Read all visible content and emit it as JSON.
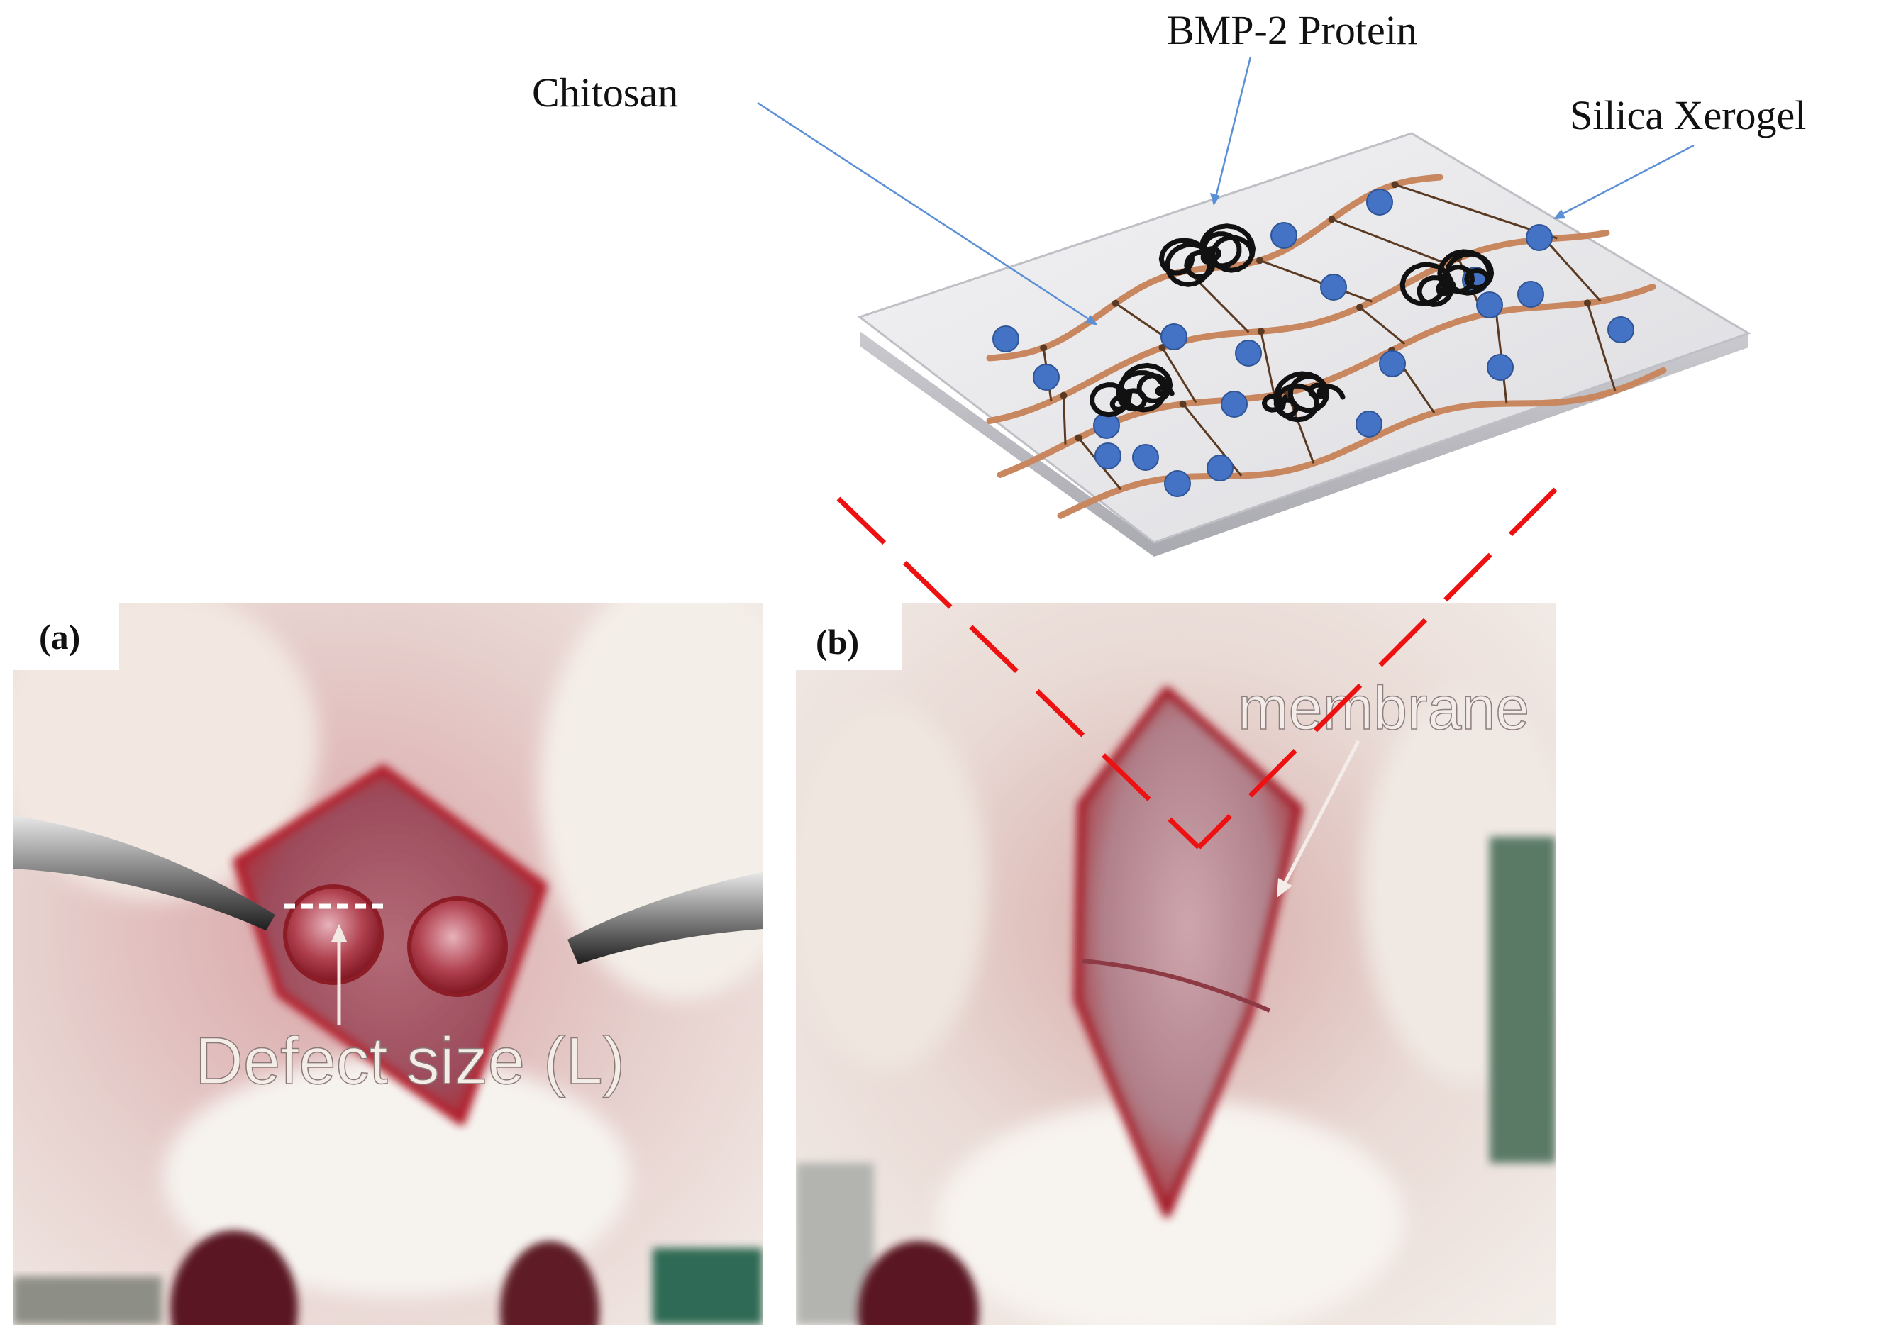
{
  "diagram": {
    "labels": {
      "bmp2": "BMP-2 Protein",
      "chitosan": "Chitosan",
      "silica": "Silica Xerogel"
    }
  },
  "photos": {
    "a": {
      "tag": "(a)",
      "annotation": "Defect size (L)"
    },
    "b": {
      "tag": "(b)",
      "annotation": "membrane"
    }
  },
  "colors": {
    "chitosan_strand": "#c8875f",
    "silica_particle": "#4472c4",
    "crosslink": "#5a3a22",
    "protein": "#111111",
    "pointer_line": "#5b8fd6",
    "zoom_dash": "#ee1111",
    "slab_top": "#e6e6e9"
  },
  "icons": [
    "bmp2-protein-coil-icon",
    "silica-particle-icon"
  ]
}
